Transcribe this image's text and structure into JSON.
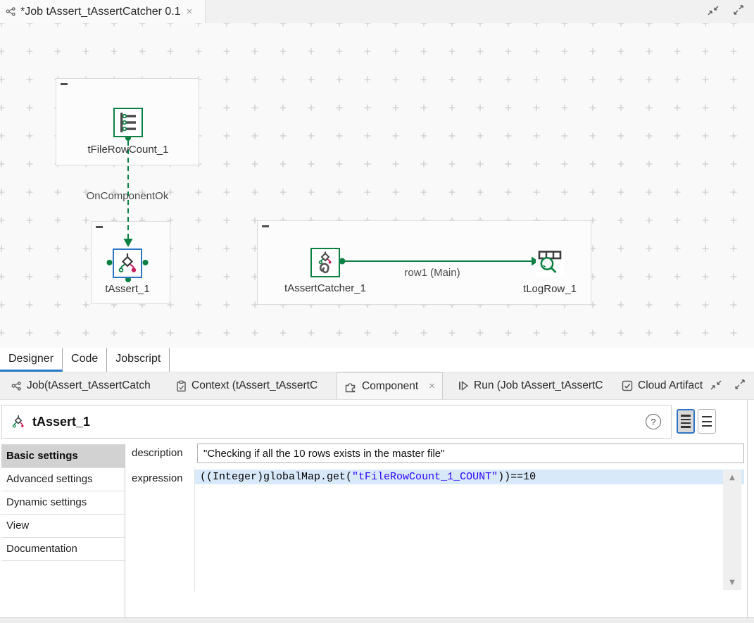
{
  "window": {
    "editor_tab": {
      "title": "*Job tAssert_tAssertCatcher 0.1",
      "close_label": "×"
    }
  },
  "canvas": {
    "nodes": [
      {
        "id": "tFileRowCount_1",
        "label": "tFileRowCount_1"
      },
      {
        "id": "tAssert_1",
        "label": "tAssert_1"
      },
      {
        "id": "tAssertCatcher_1",
        "label": "tAssertCatcher_1"
      },
      {
        "id": "tLogRow_1",
        "label": "tLogRow_1"
      }
    ],
    "connections": [
      {
        "type": "trigger",
        "label": "OnComponentOk"
      },
      {
        "type": "row",
        "label": "row1 (Main)"
      }
    ]
  },
  "view_tabs": {
    "items": [
      {
        "label": "Designer",
        "active": true
      },
      {
        "label": "Code",
        "active": false
      },
      {
        "label": "Jobscript",
        "active": false
      }
    ]
  },
  "panel_tabs": {
    "items": [
      {
        "label": "Job(tAssert_tAssertCatch",
        "active": false
      },
      {
        "label": "Context (tAssert_tAssertC",
        "active": false
      },
      {
        "label": "Component",
        "active": true,
        "close_label": "×"
      },
      {
        "label": "Run (Job tAssert_tAssertC",
        "active": false
      },
      {
        "label": "Cloud Artifact",
        "active": false
      }
    ]
  },
  "component_panel": {
    "title": "tAssert_1",
    "help_label": "?",
    "sidebar": {
      "items": [
        {
          "label": "Basic settings",
          "active": true
        },
        {
          "label": "Advanced settings",
          "active": false
        },
        {
          "label": "Dynamic settings",
          "active": false
        },
        {
          "label": "View",
          "active": false
        },
        {
          "label": "Documentation",
          "active": false
        }
      ]
    },
    "basic_settings": {
      "description_label": "description",
      "description_value": "\"Checking if all the 10 rows exists in the master file\"",
      "expression_label": "expression",
      "expression": {
        "pre": "((Integer)globalMap.get(",
        "string": "\"tFileRowCount_1_COUNT\"",
        "post": "))==10"
      }
    },
    "scrollbar": {
      "up": "▲",
      "down": "▼"
    }
  },
  "colors": {
    "talend_green": "#0B8043",
    "selection_blue": "#2E75C6",
    "tab_underline_blue": "#2677C8",
    "code_string_blue": "#2A00FF",
    "line_highlight": "#D8E9FA",
    "branch_crimson": "#C81E5C"
  }
}
